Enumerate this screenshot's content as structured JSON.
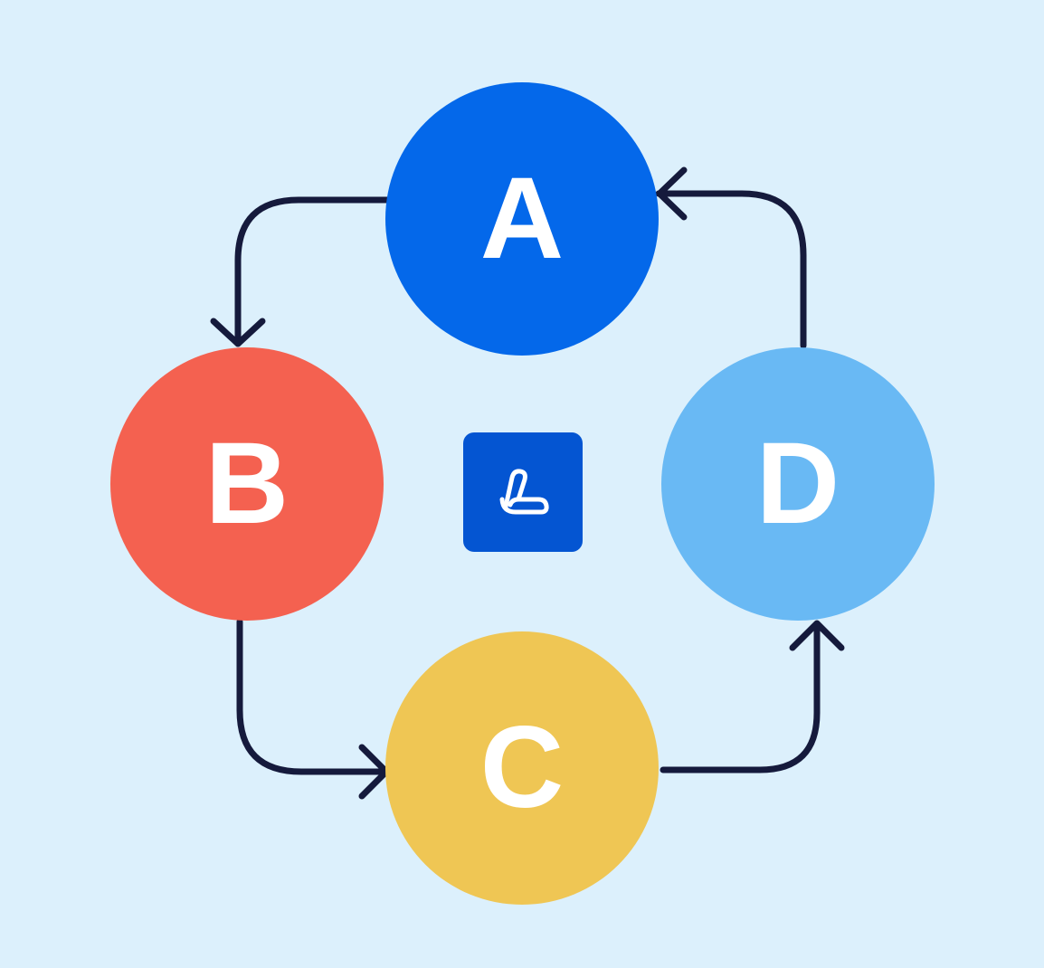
{
  "nodes": [
    {
      "id": "A",
      "label": "A",
      "color": "#0468ea"
    },
    {
      "id": "B",
      "label": "B",
      "color": "#f46150"
    },
    {
      "id": "C",
      "label": "C",
      "color": "#efc654"
    },
    {
      "id": "D",
      "label": "D",
      "color": "#69b9f4"
    }
  ],
  "edges": [
    {
      "from": "A",
      "to": "B"
    },
    {
      "from": "B",
      "to": "C"
    },
    {
      "from": "C",
      "to": "D"
    },
    {
      "from": "D",
      "to": "A"
    }
  ],
  "colors": {
    "background": "#dcf0fc",
    "connector": "#151a3c",
    "logo_bg": "#0455d2",
    "logo_mark": "#ffffff"
  },
  "logo": {
    "icon": "stylized-b-logo-icon"
  }
}
